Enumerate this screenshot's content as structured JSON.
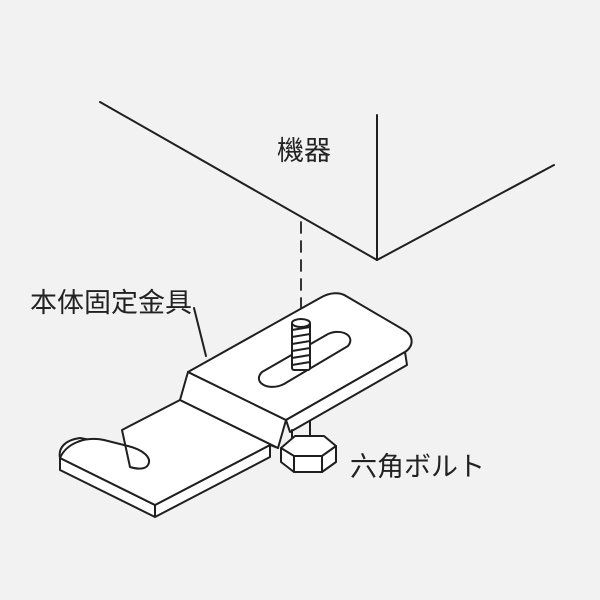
{
  "labels": {
    "equipment": "機器",
    "bracket": "本体固定金具",
    "hex_bolt": "六角ボルト"
  },
  "colors": {
    "background": "#f2f2f2",
    "line": "#1f1f1f",
    "part_fill": "#ffffff"
  }
}
